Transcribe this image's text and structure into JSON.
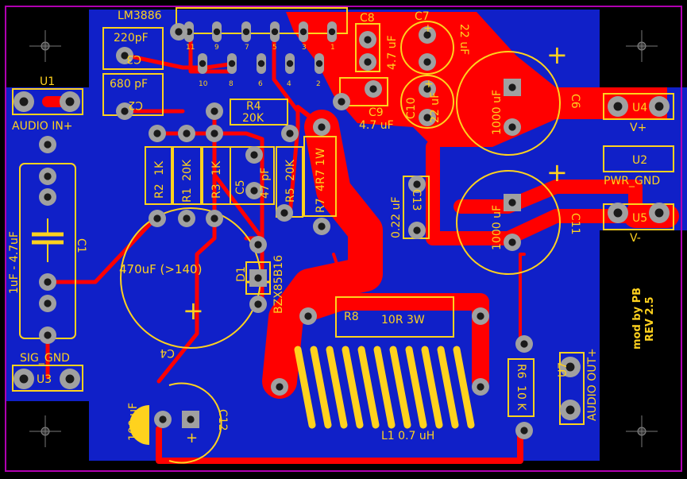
{
  "colors": {
    "background": "#000000",
    "board": "#1020C8",
    "copper": "#FF0000",
    "silk": "#FFD21E",
    "outline": "#B000B0",
    "pad": "#A0A0A0",
    "hole": "#1A1A1A"
  },
  "ic": {
    "name": "LM3886",
    "pins_top": [
      "11",
      "9",
      "7",
      "5",
      "3",
      "1"
    ],
    "pins_bottom": [
      "10",
      "8",
      "6",
      "4",
      "2"
    ]
  },
  "labels": {
    "u1": "U1",
    "audio_in": "AUDIO IN+",
    "u3": "U3",
    "sig_gnd": "SIG_GND",
    "u4": "U4",
    "v_plus": "V+",
    "u2": "U2",
    "pwr_gnd": "PWR_GND",
    "u5": "U5",
    "v_minus": "V-",
    "u7": "U7",
    "audio_out": "AUDIO OUT+",
    "mod": "mod by PB",
    "rev": "REV 2.5"
  },
  "components": {
    "c3": {
      "ref": "C3",
      "value": "220pF"
    },
    "c2": {
      "ref": "C2",
      "value": "680 pF"
    },
    "r4": {
      "ref": "R4",
      "value": "20K"
    },
    "r2": {
      "ref": "R2",
      "value": "1K"
    },
    "r1": {
      "ref": "R1",
      "value": "20K"
    },
    "r3": {
      "ref": "R3",
      "value": "1K"
    },
    "c5": {
      "ref": "C5",
      "value": "47 pF"
    },
    "r5": {
      "ref": "R5",
      "value": "20K"
    },
    "r7": {
      "ref": "R7",
      "value": "4R7 1W"
    },
    "c8": {
      "ref": "C8",
      "value": "4.7 uF"
    },
    "c7": {
      "ref": "C7",
      "value": "22 uF"
    },
    "c9": {
      "ref": "C9",
      "value": "4.7 uF"
    },
    "c10": {
      "ref": "C10",
      "value": "22 uF"
    },
    "c6": {
      "ref": "C6",
      "value": "1000 uF"
    },
    "c11": {
      "ref": "C11",
      "value": "1000 uF"
    },
    "c13": {
      "ref": "C13",
      "value": "0.22 uF"
    },
    "c1": {
      "ref": "C1",
      "value": "1uF - 4.7uF"
    },
    "c4": {
      "ref": "C4",
      "value": "470uF (>140)"
    },
    "d1": {
      "ref": "D1",
      "value": "BZX85B16"
    },
    "r8": {
      "ref": "R8",
      "value": "10R 3W"
    },
    "r6": {
      "ref": "R6",
      "value": "10 K"
    },
    "l1": {
      "ref": "L1",
      "value": "0.7 uH"
    },
    "c12": {
      "ref": "C12",
      "value": "100 uF"
    }
  },
  "polarity": {
    "plus": "+"
  }
}
